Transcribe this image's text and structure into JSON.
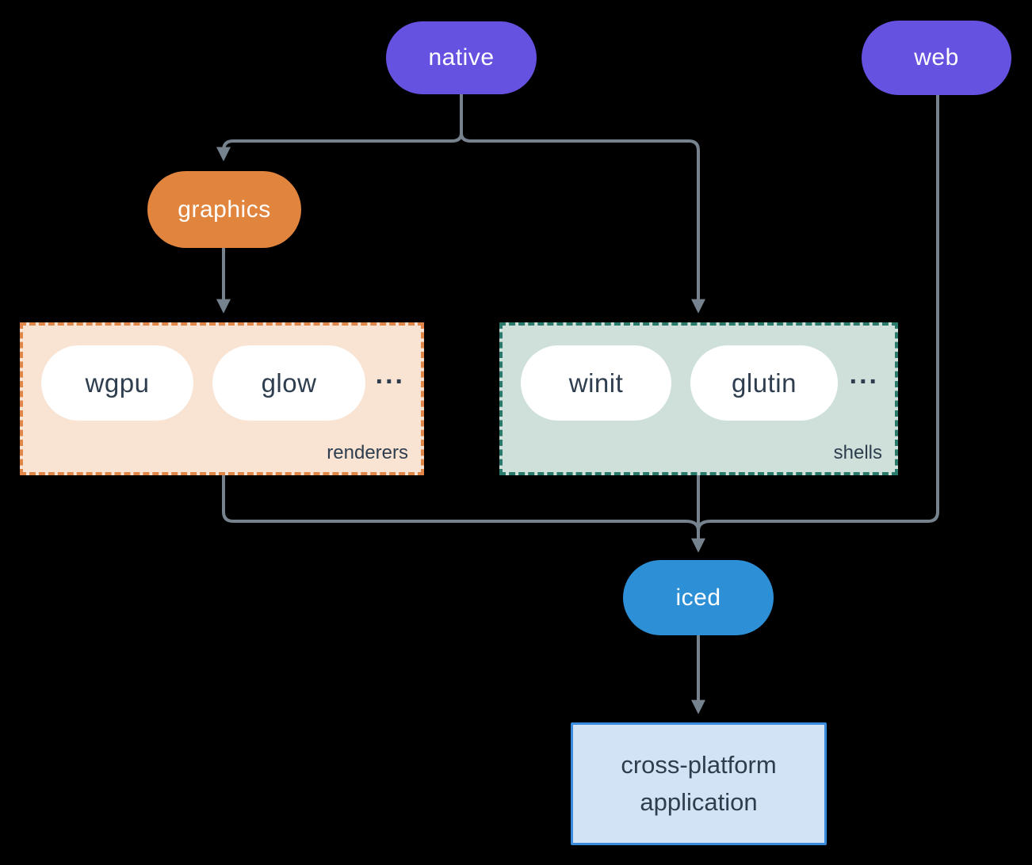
{
  "colors": {
    "background": "#000000",
    "line": "#76828e",
    "purple": "#6552e1",
    "orange": "#e0843e",
    "peach_bg": "#f9e3d2",
    "peach_border": "#df8648",
    "sage_bg": "#cfe0da",
    "sage_border": "#2a7a6b",
    "blue": "#2d8fd5",
    "lightblue_bg": "#d3e3f6",
    "lightblue_border": "#3b8bdd",
    "navy": "#2e3e4f",
    "pill_white": "#ffffff"
  },
  "nodes": {
    "native": {
      "label": "native"
    },
    "web": {
      "label": "web"
    },
    "graphics": {
      "label": "graphics"
    },
    "iced": {
      "label": "iced"
    },
    "application": {
      "label": "cross-platform application"
    }
  },
  "groups": {
    "renderers": {
      "label": "renderers",
      "items": [
        "wgpu",
        "glow"
      ],
      "ellipsis": "..."
    },
    "shells": {
      "label": "shells",
      "items": [
        "winit",
        "glutin"
      ],
      "ellipsis": "..."
    }
  },
  "edges": [
    {
      "from": "native",
      "to": "graphics"
    },
    {
      "from": "native",
      "to": "shells"
    },
    {
      "from": "graphics",
      "to": "renderers"
    },
    {
      "from": "renderers",
      "to": "iced"
    },
    {
      "from": "shells",
      "to": "iced"
    },
    {
      "from": "web",
      "to": "iced"
    },
    {
      "from": "iced",
      "to": "application"
    }
  ]
}
